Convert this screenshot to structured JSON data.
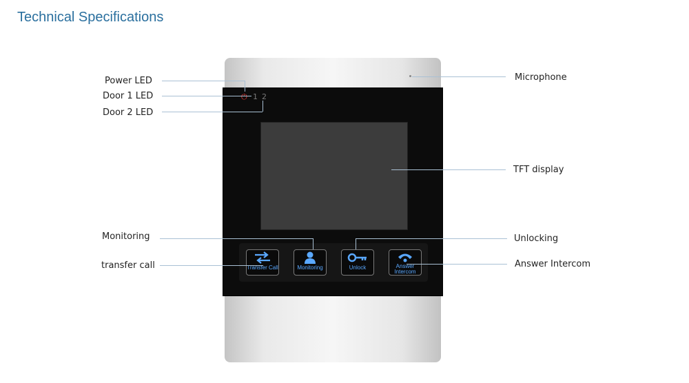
{
  "page": {
    "title": "Technical Specifications"
  },
  "labels": {
    "power_led": "Power LED",
    "door1_led": "Door 1 LED",
    "door2_led": "Door 2 LED",
    "microphone": "Microphone",
    "tft_display": "TFT display",
    "monitoring": "Monitoring",
    "transfer_call": "transfer call",
    "unlocking": "Unlocking",
    "answer_intercom": "Answer Intercom"
  },
  "device": {
    "leds": {
      "power_symbol": "⏻",
      "door1": "1",
      "door2": "2"
    },
    "buttons": [
      {
        "name": "transfer-call",
        "caption": "Transfer Call",
        "icon": "arrows-exchange-icon"
      },
      {
        "name": "monitoring",
        "caption": "Monitoring",
        "icon": "person-icon"
      },
      {
        "name": "unlock",
        "caption": "Unlock",
        "icon": "key-icon"
      },
      {
        "name": "answer-intercom",
        "caption_line1": "Answer",
        "caption_line2": "Intercom",
        "icon": "phone-icon"
      }
    ]
  },
  "colors": {
    "title": "#2a6f9e",
    "button_glow": "#5aa8ff",
    "power_led": "#e53935",
    "callout_line": "#a9c0d4"
  }
}
